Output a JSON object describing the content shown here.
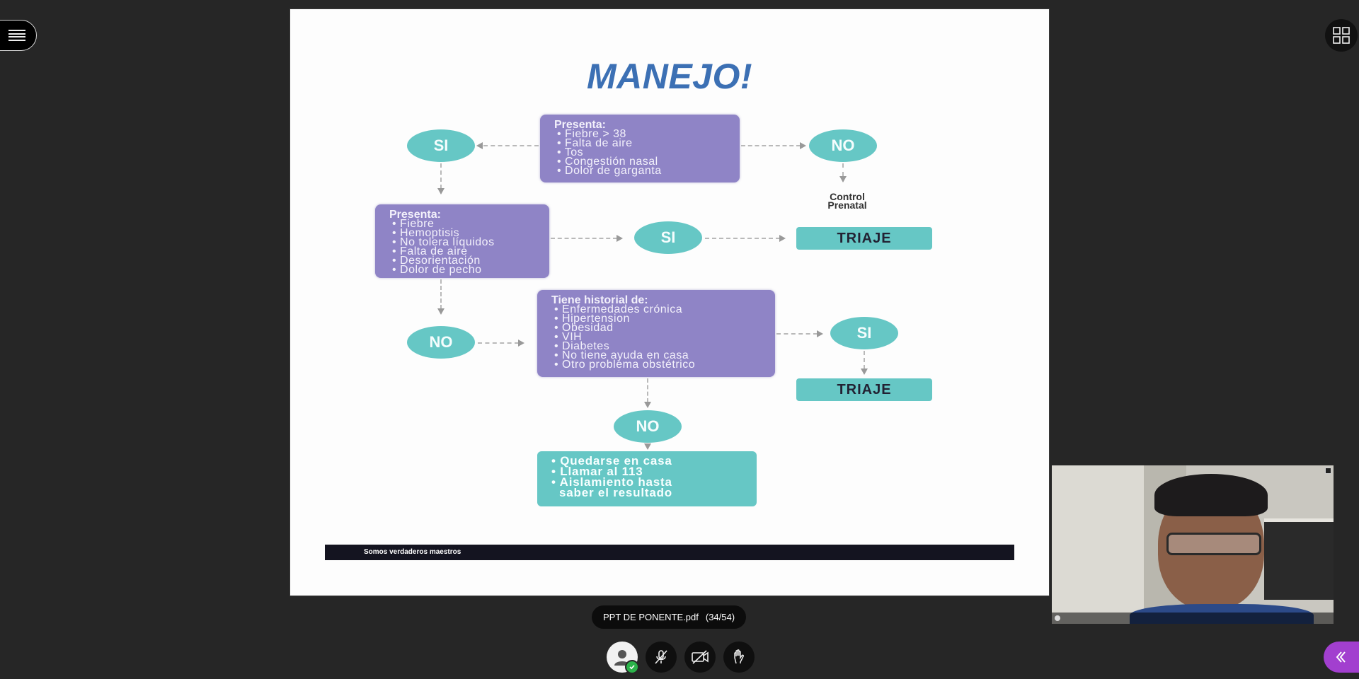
{
  "slide": {
    "title": "MANEJO!",
    "box1": {
      "heading": "Presenta:",
      "items": [
        "• Fiebre > 38",
        "• Falta de aire",
        "• Tos",
        "• Congestión nasal",
        "• Dolor de garganta"
      ]
    },
    "box2": {
      "heading": "Presenta:",
      "items": [
        "• Fiebre",
        "• Hemoptisis",
        "• No tolera líquidos",
        "• Falta de aire",
        "• Desorientación",
        "• Dolor de pecho"
      ]
    },
    "box3": {
      "heading": "Tiene historial de:",
      "items": [
        "• Enfermedades crónica",
        "• Hipertension",
        "• Obesidad",
        "• VIH",
        "• Diabetes",
        "• No tiene ayuda en casa",
        "• Otro problema obstétrico"
      ]
    },
    "si_label": "SI",
    "no_label": "NO",
    "control_label_1": "Control",
    "control_label_2": "Prenatal",
    "triaje_label": "TRIAJE",
    "final_items": [
      "• Quedarse en casa",
      "• Llamar al 113",
      "• Aislamiento hasta",
      "  saber el resultado"
    ],
    "footer_text": "Somos verdaderos maestros"
  },
  "document": {
    "name": "PPT DE PONENTE.pdf",
    "page": "(34/54)"
  },
  "colors": {
    "purple_box": "#8f84c6",
    "teal": "#66c7c5",
    "title_blue": "#3c70b4",
    "expand_button": "#a23fcf"
  }
}
